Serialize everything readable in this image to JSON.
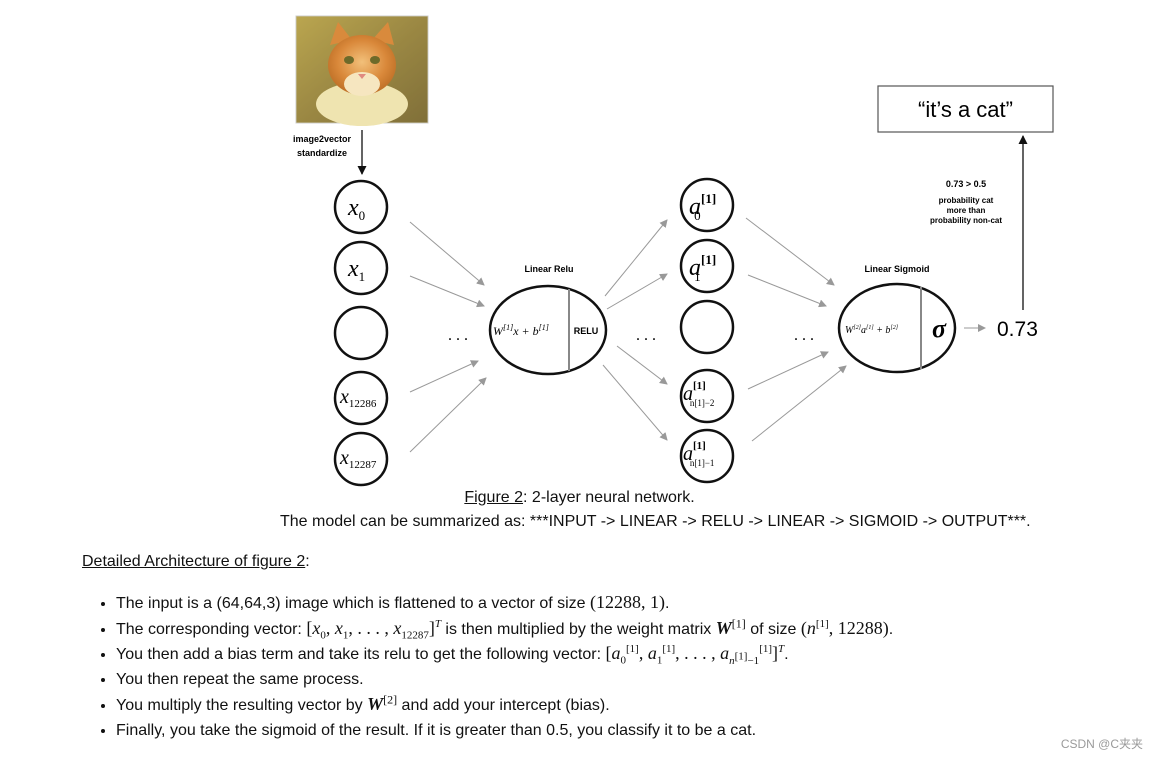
{
  "diagram": {
    "input_label_line1": "image2vector",
    "input_label_line2": "standardize",
    "layer1_title": "Linear Relu",
    "layer2_title": "Linear Sigmoid",
    "relu_label": "RELU",
    "sigma_symbol": "σ",
    "output_value": "0.73",
    "output_box": "“it’s a cat”",
    "decision_line1": "0.73 > 0.5",
    "decision_line2": "probability cat",
    "decision_line3": "more than",
    "decision_line4": "probability non-cat",
    "ellipsis": ". . .",
    "input_nodes": [
      "x",
      "x",
      "",
      "x",
      "x"
    ],
    "input_subs": [
      "0",
      "1",
      "",
      "12286",
      "12287"
    ],
    "hidden_nodes": [
      "a",
      "a",
      "",
      "a",
      "a"
    ],
    "hidden_sups": [
      "[1]",
      "[1]",
      "",
      "[1]",
      "[1]"
    ],
    "hidden_subs": [
      "0",
      "1",
      "",
      "n[1]−2",
      "n[1]−1"
    ]
  },
  "caption": {
    "figure_label": "Figure 2",
    "figure_text": ": 2-layer neural network.",
    "summary": "The model can be summarized as: ***INPUT -> LINEAR -> RELU -> LINEAR -> SIGMOID -> OUTPUT***."
  },
  "details": {
    "title": "Detailed Architecture of figure 2",
    "title_colon": ":",
    "b1_text": "The input is a (64,64,3) image which is flattened to a vector of size ",
    "b1_math": "(12288, 1)",
    "b2_pre": "The corresponding vector: ",
    "b2_mid": " is then multiplied by the weight matrix ",
    "b2_post": " of size ",
    "b3_text": "You then add a bias term and take its relu to get the following vector: ",
    "b4_text": "You then repeat the same process.",
    "b5_pre": "You multiply the resulting vector by ",
    "b5_post": " and add your intercept (bias).",
    "b6_text": "Finally, you take the sigmoid of the result. If it is greater than 0.5, you classify it to be a cat."
  },
  "watermark": "CSDN @C夹夹"
}
